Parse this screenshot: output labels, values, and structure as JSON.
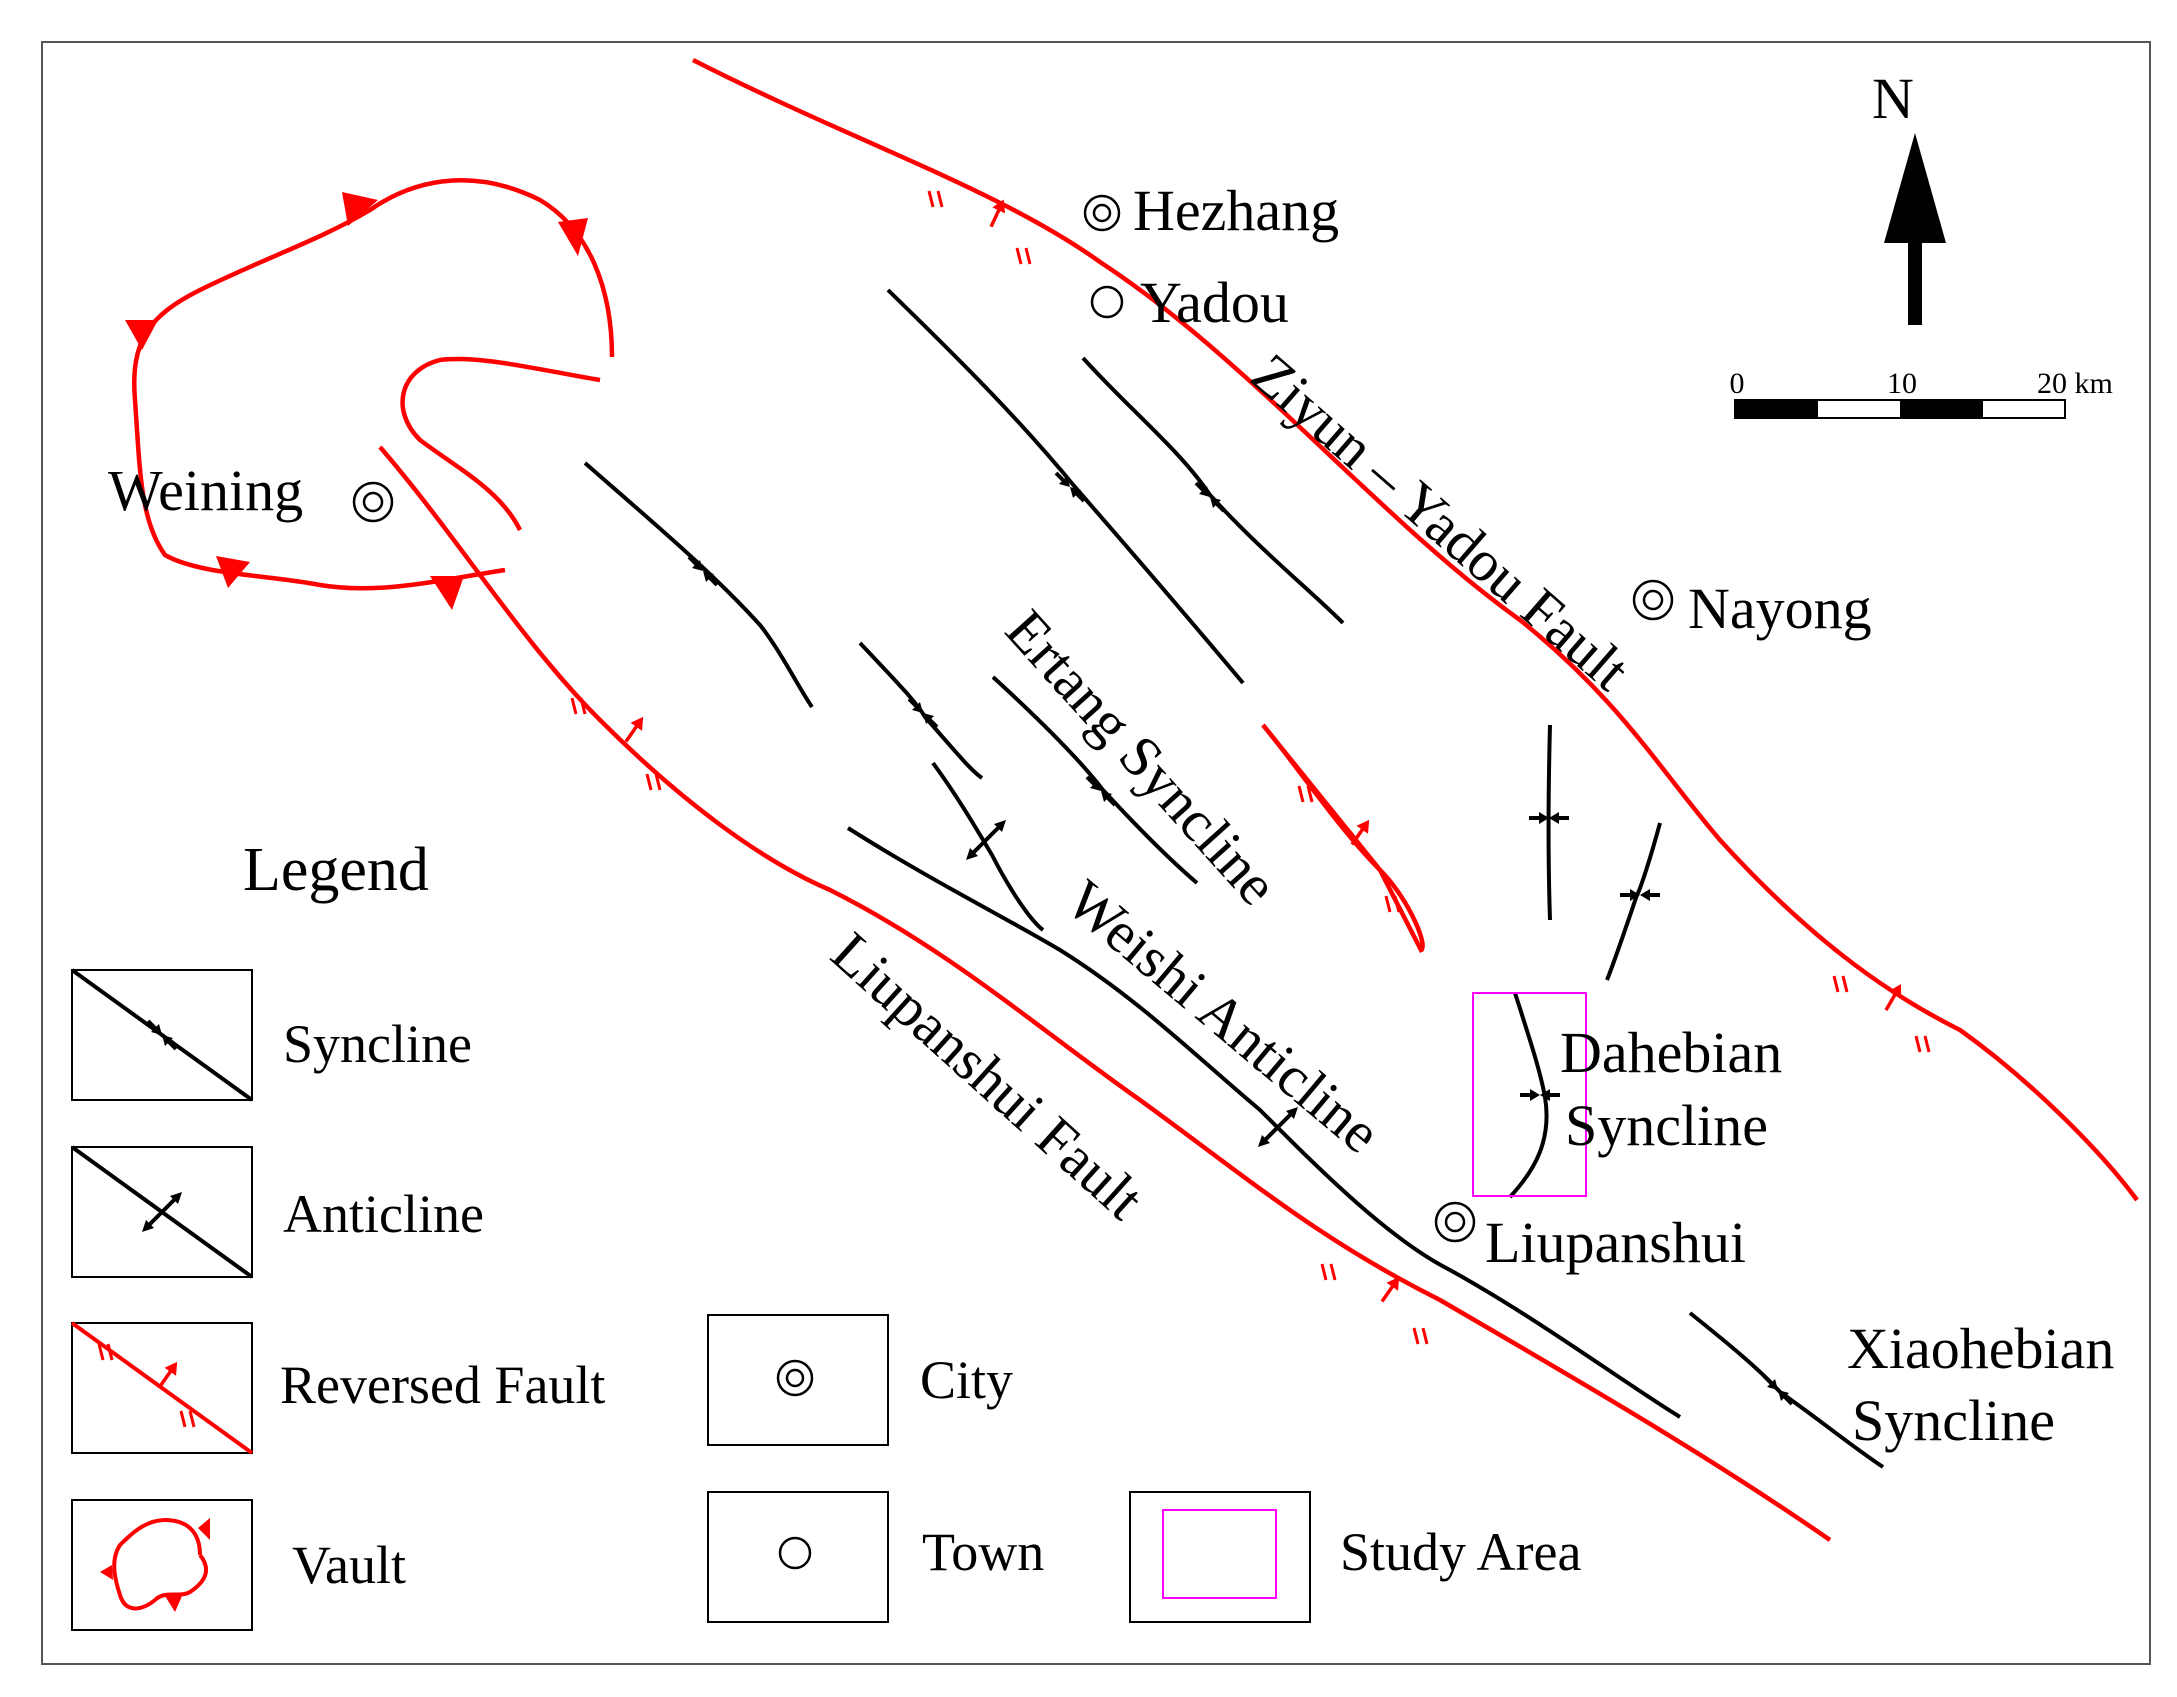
{
  "north_label": "N",
  "scale": {
    "ticks": [
      "0",
      "10",
      "20 km"
    ]
  },
  "cities": [
    "Hezhang",
    "Weining",
    "Nayong",
    "Liupanshui"
  ],
  "towns": [
    "Yadou"
  ],
  "structures": {
    "ziyun_yadou_fault": "Ziyun – Yadou Fault",
    "liupanshui_fault": "Liupanshui Fault",
    "ertang_syncline": "Ertang Syncline",
    "weishi_anticline": "Weishi Anticline",
    "dahebian_syncline": [
      "Dahebian",
      "Syncline"
    ],
    "xiaohebian_syncline": [
      "Xiaohebian",
      "Syncline"
    ]
  },
  "legend": {
    "title": "Legend",
    "syncline": "Syncline",
    "anticline": "Anticline",
    "reversed_fault": "Reversed Fault",
    "vault": "Vault",
    "city": "City",
    "town": "Town",
    "study_area": "Study Area"
  },
  "colors": {
    "fault": "#ff0000",
    "fold": "#000000",
    "study_area": "#ff00ff"
  }
}
